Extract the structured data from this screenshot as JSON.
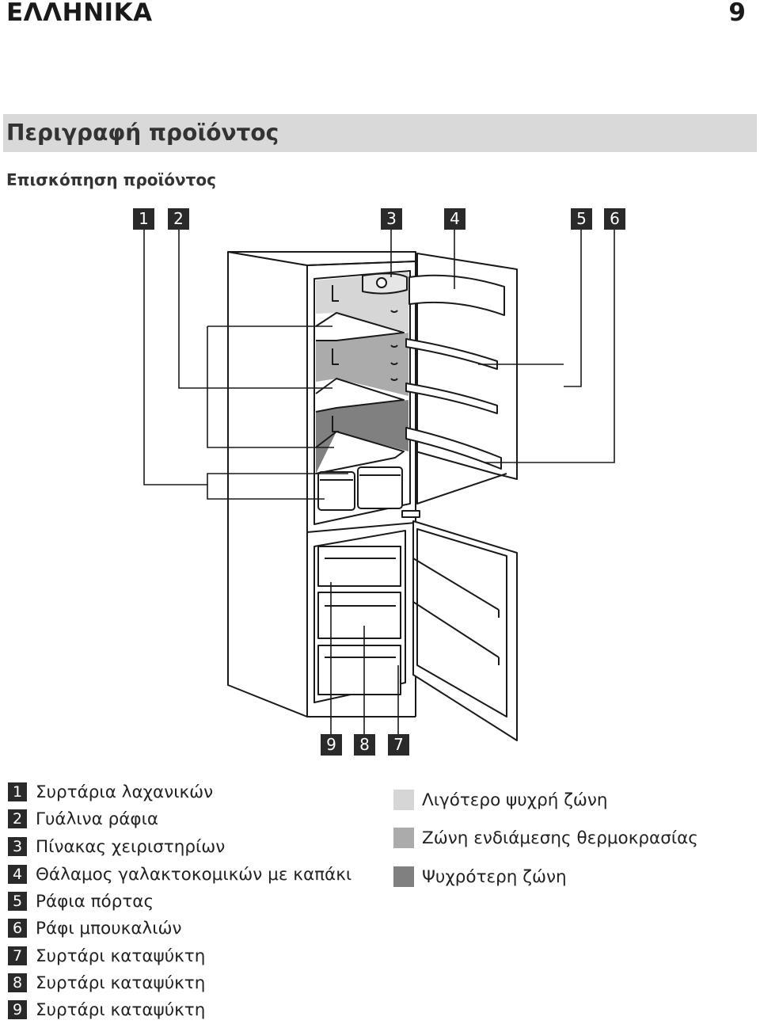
{
  "header": {
    "language": "ΕΛΛΗΝΙΚΑ",
    "page_number": "9"
  },
  "section": {
    "title": "Περιγραφή προϊόντος",
    "subtitle": "Επισκόπηση προϊόντος"
  },
  "callouts": {
    "c1": "1",
    "c2": "2",
    "c3": "3",
    "c4": "4",
    "c5": "5",
    "c6": "6",
    "c7": "7",
    "c8": "8",
    "c9": "9"
  },
  "legend": [
    {
      "num": "1",
      "text": "Συρτάρια λαχανικών"
    },
    {
      "num": "2",
      "text": "Γυάλινα ράφια"
    },
    {
      "num": "3",
      "text": "Πίνακας χειριστηρίων"
    },
    {
      "num": "4",
      "text": "Θάλαμος γαλακτοκομικών με καπάκι"
    },
    {
      "num": "5",
      "text": "Ράφια πόρτας"
    },
    {
      "num": "6",
      "text": "Ράφι μπουκαλιών"
    },
    {
      "num": "7",
      "text": "Συρτάρι καταψύκτη"
    },
    {
      "num": "8",
      "text": "Συρτάρι καταψύκτη"
    },
    {
      "num": "9",
      "text": "Συρτάρι καταψύκτη"
    }
  ],
  "zones": [
    {
      "text": "Λιγότερο ψυχρή ζώνη",
      "color": "#d6d6d6"
    },
    {
      "text": "Ζώνη ενδιάμεσης θερμοκρασίας",
      "color": "#ababab"
    },
    {
      "text": "Ψυχρότερη ζώνη",
      "color": "#808080"
    }
  ]
}
